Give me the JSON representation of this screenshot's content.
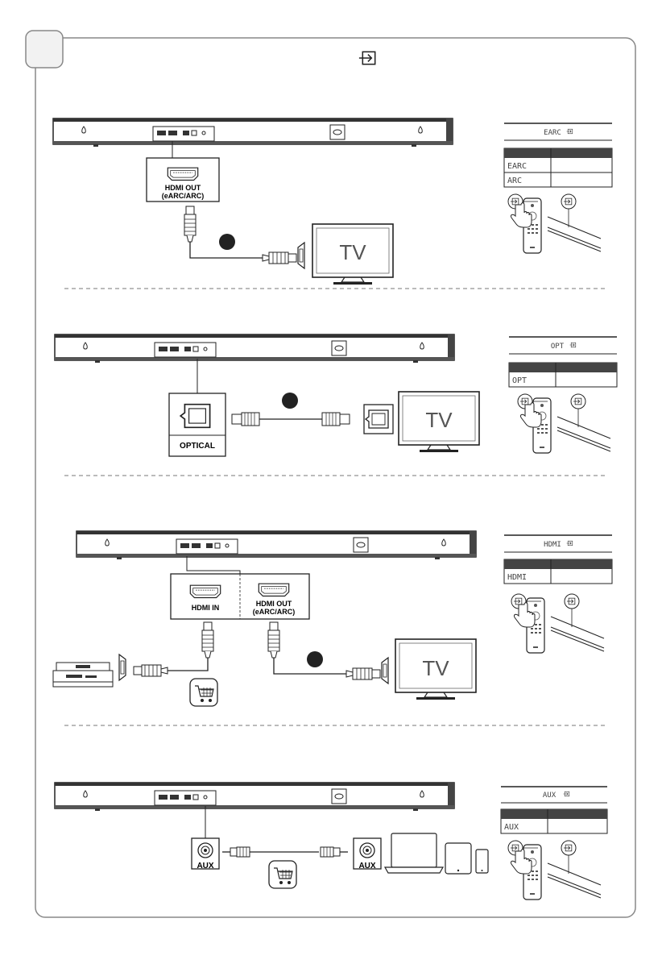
{
  "header": {
    "input_icon": "input-source-icon"
  },
  "sections": [
    {
      "id": "hdmi-earc",
      "port_label_line1": "HDMI OUT",
      "port_label_line2": "(eARC/ARC)",
      "tv_label": "TV",
      "display_text": "EARC",
      "table_rows": [
        "EARC",
        "ARC"
      ]
    },
    {
      "id": "optical",
      "port_label": "OPTICAL",
      "tv_label": "TV",
      "display_text": "OPT",
      "table_rows": [
        "OPT"
      ]
    },
    {
      "id": "hdmi-in",
      "port_in_label": "HDMI IN",
      "port_out_label_line1": "HDMI OUT",
      "port_out_label_line2": "(eARC/ARC)",
      "tv_label": "TV",
      "display_text": "HDMI",
      "table_rows": [
        "HDMI"
      ]
    },
    {
      "id": "aux",
      "port_label": "AUX",
      "device_port_label": "AUX",
      "display_text": "AUX",
      "table_rows": [
        "AUX"
      ]
    }
  ],
  "icons": [
    "input-source-icon",
    "hand-press-icon",
    "shopping-cart-icon",
    "remote-control-icon",
    "tv-icon",
    "laptop-icon",
    "tablet-icon",
    "phone-icon"
  ]
}
